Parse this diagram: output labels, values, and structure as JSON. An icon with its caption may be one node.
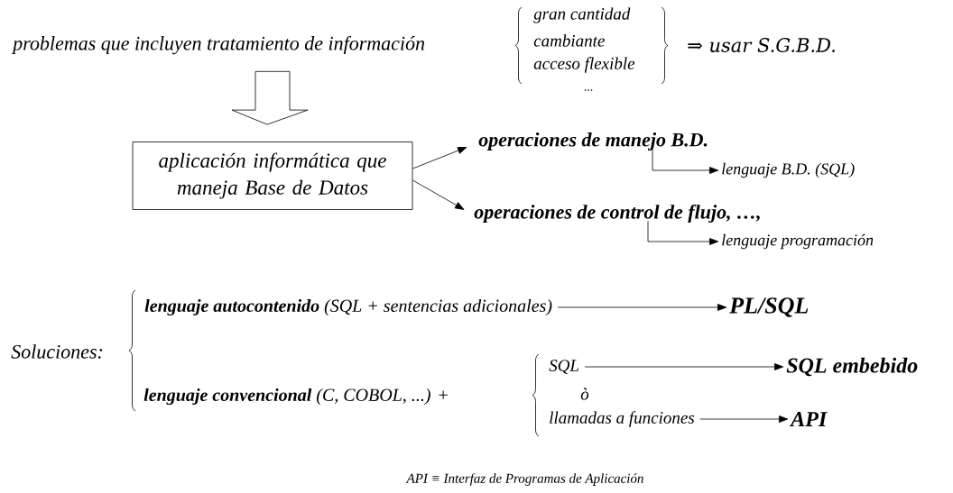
{
  "diagram": {
    "nodes": [
      {
        "text": [
          "problemas que incluyen tratamiento de información"
        ]
      },
      {
        "text": [
          "aplicación informática que maneja Base de Datos"
        ]
      },
      {
        "text": [
          "operaciones de manejo B.D."
        ]
      },
      {
        "text": [
          "lenguaje B.D.  (SQL)"
        ]
      },
      {
        "text": [
          "operaciones de control de flujo, …,"
        ]
      },
      {
        "text": [
          "lenguaje programación"
        ]
      },
      {
        "text": [
          "**lenguaje autocontenido** (SQL + sentencias adicionales)"
        ]
      },
      {
        "text": [
          "PL/SQL"
        ]
      },
      {
        "text": [
          "SQL"
        ]
      },
      {
        "text": [
          "SQL embebido"
        ]
      },
      {
        "text": [
          "llamadas a funciones"
        ]
      },
      {
        "text": [
          "API"
        ]
      }
    ],
    "edges": [
      {
        "from": 0,
        "to": 1,
        "arrow": "to"
      },
      {
        "from": 1,
        "to": 2,
        "arrow": "to"
      },
      {
        "from": 1,
        "to": 4,
        "arrow": "to"
      },
      {
        "from": 2,
        "to": 3,
        "arrow": "to"
      },
      {
        "from": 4,
        "to": 5,
        "arrow": "to"
      },
      {
        "from": 6,
        "to": 7,
        "arrow": "to"
      },
      {
        "from": 8,
        "to": 9,
        "arrow": "to"
      },
      {
        "from": 10,
        "to": 11,
        "arrow": "to"
      }
    ],
    "labels": [
      "gran cantidad",
      "cambiante",
      "acceso flexible",
      "...",
      "⇒ usar S.G.B.D.",
      "Soluciones:",
      "**lenguaje convencional** (C, COBOL, ...) +",
      "ò",
      "API ≡ Interfaz de Programas de Aplicación"
    ]
  }
}
